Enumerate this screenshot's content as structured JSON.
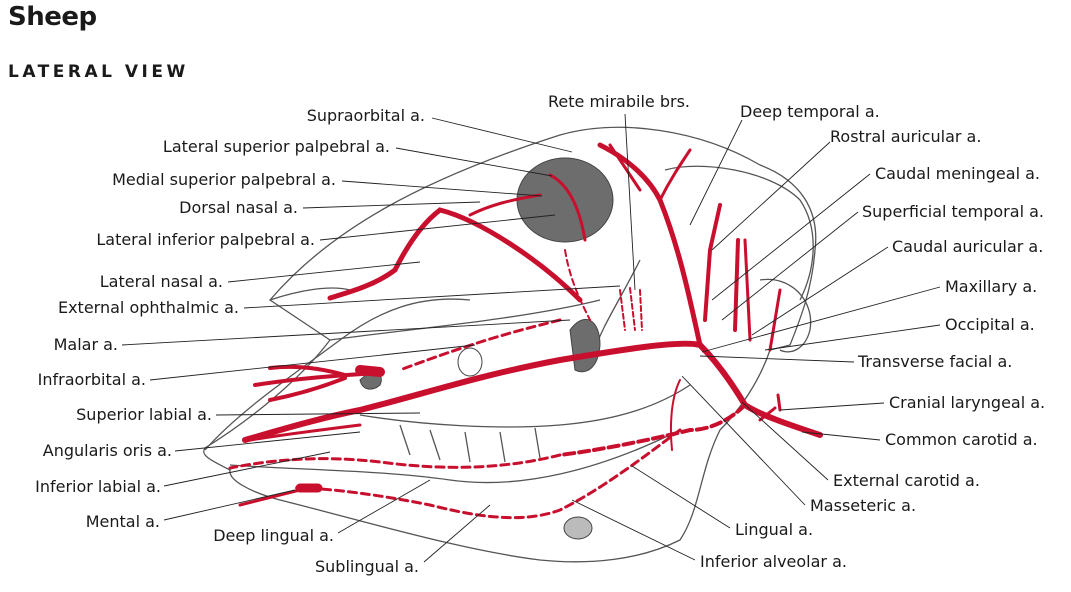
{
  "title": "Sheep",
  "subtitle": "LATERAL VIEW",
  "colors": {
    "artery": "#c8102e",
    "bone_outline": "#555555",
    "bone_shade": "#8a8a8a"
  },
  "labels": {
    "supraorbital": "Supraorbital a.",
    "lat_sup_palpebral": "Lateral superior palpebral a.",
    "med_sup_palpebral": "Medial superior palpebral a.",
    "dorsal_nasal": "Dorsal nasal a.",
    "lat_inf_palpebral": "Lateral inferior palpebral a.",
    "lateral_nasal": "Lateral nasal a.",
    "ext_ophthalmic": "External ophthalmic a.",
    "malar": "Malar a.",
    "infraorbital": "Infraorbital a.",
    "superior_labial": "Superior labial a.",
    "angularis_oris": "Angularis oris a.",
    "inferior_labial": "Inferior labial a.",
    "mental": "Mental a.",
    "deep_lingual": "Deep lingual a.",
    "sublingual": "Sublingual a.",
    "rete_mirabile": "Rete mirabile brs.",
    "deep_temporal": "Deep temporal a.",
    "rostral_auricular": "Rostral auricular a.",
    "caudal_meningeal": "Caudal meningeal a.",
    "superficial_temporal": "Superficial temporal a.",
    "caudal_auricular": "Caudal auricular a.",
    "maxillary": "Maxillary a.",
    "occipital": "Occipital a.",
    "transverse_facial": "Transverse facial a.",
    "cranial_laryngeal": "Cranial laryngeal a.",
    "common_carotid": "Common carotid a.",
    "external_carotid": "External carotid a.",
    "masseteric": "Masseteric a.",
    "lingual": "Lingual a.",
    "inferior_alveolar": "Inferior alveolar a."
  }
}
